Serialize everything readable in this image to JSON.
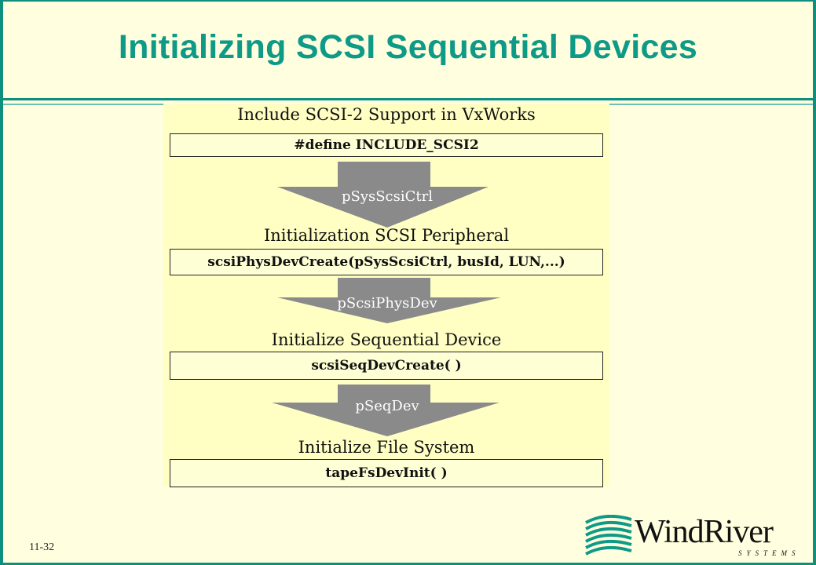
{
  "slide": {
    "title": "Initializing SCSI Sequential Devices",
    "number": "11-32"
  },
  "flow": {
    "steps": [
      {
        "label": "Include SCSI-2 Support in VxWorks",
        "code": "#define INCLUDE_SCSI2"
      },
      {
        "label": "Initialization SCSI Peripheral",
        "code": "scsiPhysDevCreate(pSysScsiCtrl, busId, LUN,...)"
      },
      {
        "label": "Initialize Sequential Device",
        "code": "scsiSeqDevCreate( )"
      },
      {
        "label": "Initialize File System",
        "code": "tapeFsDevInit( )"
      }
    ],
    "arrows": [
      "pSysScsiCtrl",
      "pScsiPhysDev",
      "pSeqDev"
    ]
  },
  "logo": {
    "name": "WindRiver",
    "tagline": "SYSTEMS"
  },
  "colors": {
    "accent": "#0e9a86",
    "background": "#ffffe0",
    "panel": "#ffffc4",
    "arrow": "#8a8a8a"
  }
}
